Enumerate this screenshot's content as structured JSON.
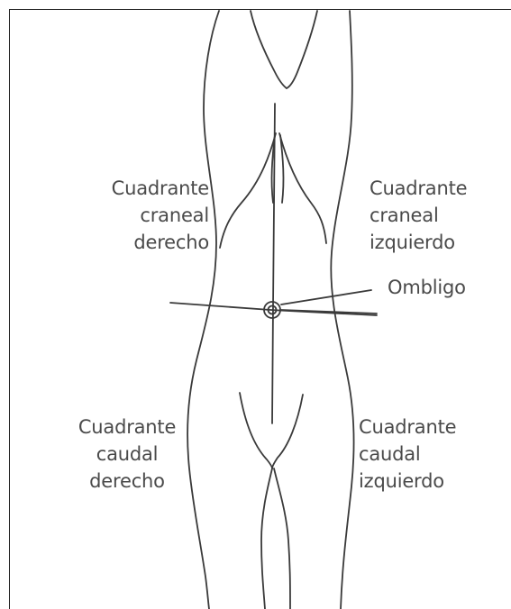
{
  "diagram": {
    "labels": {
      "right_cranial": [
        "Cuadrante",
        "craneal",
        "derecho"
      ],
      "left_cranial": [
        "Cuadrante",
        "craneal",
        "izquierdo"
      ],
      "navel": "Ombligo",
      "right_caudal": [
        "Cuadrante",
        "caudal",
        "derecho"
      ],
      "left_caudal": [
        "Cuadrante",
        "caudal",
        "izquierdo"
      ]
    },
    "colors": {
      "line": "#3a3a3a",
      "text": "#4a4a4a",
      "background": "#ffffff"
    }
  }
}
